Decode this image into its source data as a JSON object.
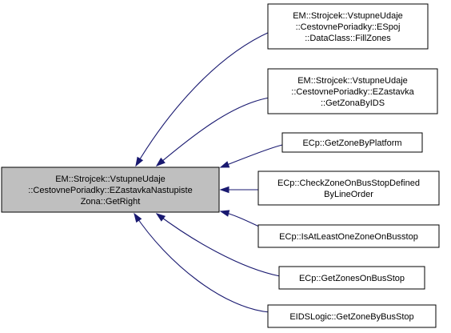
{
  "diagram": {
    "colors": {
      "background": "#ffffff",
      "root_fill": "#bfbfbf",
      "node_fill": "#ffffff",
      "border": "#000000",
      "edge": "#191970"
    },
    "root": {
      "lines": [
        "EM::Strojcek::VstupneUdaje",
        "::CestovnePoriadky::EZastavkaNastupiste",
        "Zona::GetRight"
      ]
    },
    "callers": [
      {
        "id": "fillzones",
        "lines": [
          "EM::Strojcek::VstupneUdaje",
          "::CestovnePoriadky::ESpoj",
          "::DataClass::FillZones"
        ]
      },
      {
        "id": "getzonabyids",
        "lines": [
          "EM::Strojcek::VstupneUdaje",
          "::CestovnePoriadky::EZastavka",
          "::GetZonaByIDS"
        ]
      },
      {
        "id": "getzonebyplatform",
        "lines": [
          "ECp::GetZoneByPlatform"
        ]
      },
      {
        "id": "checkzone",
        "lines": [
          "ECp::CheckZoneOnBusStopDefined",
          "ByLineOrder"
        ]
      },
      {
        "id": "isatleastone",
        "lines": [
          "ECp::IsAtLeastOneZoneOnBusstop"
        ]
      },
      {
        "id": "getzonesonbusstop",
        "lines": [
          "ECp::GetZonesOnBusStop"
        ]
      },
      {
        "id": "getzonebybusstop",
        "lines": [
          "EIDSLogic::GetZoneByBusStop"
        ]
      }
    ]
  }
}
